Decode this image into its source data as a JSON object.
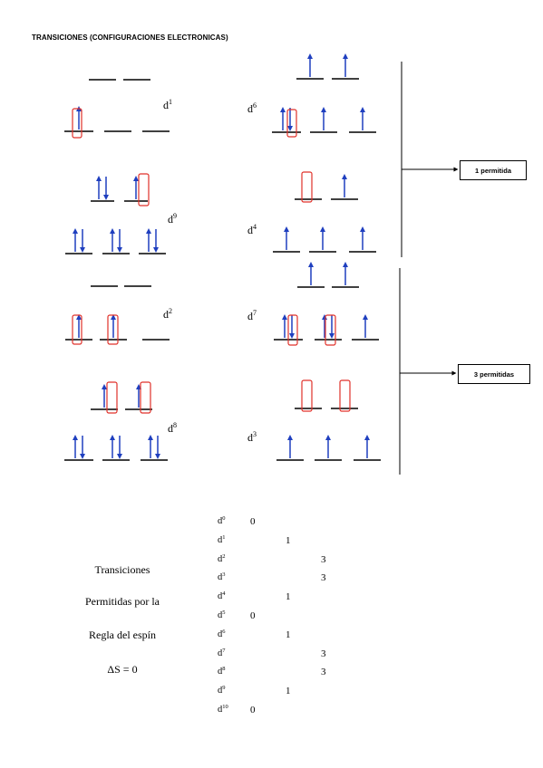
{
  "title": "TRANSICIONES (CONFIGURACIONES ELECTRONICAS)",
  "labels": {
    "d1": {
      "base": "d",
      "sup": "1"
    },
    "d9": {
      "base": "d",
      "sup": "9"
    },
    "d6": {
      "base": "d",
      "sup": "6"
    },
    "d4": {
      "base": "d",
      "sup": "4"
    },
    "d2": {
      "base": "d",
      "sup": "2"
    },
    "d8": {
      "base": "d",
      "sup": "8"
    },
    "d7": {
      "base": "d",
      "sup": "7"
    },
    "d3": {
      "base": "d",
      "sup": "3"
    }
  },
  "boxes": {
    "one": "1 permitida",
    "three": "3 permitidas"
  },
  "rule_text": {
    "line1": "Transiciones",
    "line2": "Permitidas por la",
    "line3": "Regla del espín",
    "line4": "ΔS = 0"
  },
  "table": [
    {
      "base": "d",
      "sup": "0",
      "value": "0"
    },
    {
      "base": "d",
      "sup": "1",
      "value": "1"
    },
    {
      "base": "d",
      "sup": "2",
      "value": "3"
    },
    {
      "base": "d",
      "sup": "3",
      "value": "3"
    },
    {
      "base": "d",
      "sup": "4",
      "value": "1"
    },
    {
      "base": "d",
      "sup": "5",
      "value": "0"
    },
    {
      "base": "d",
      "sup": "6",
      "value": "1"
    },
    {
      "base": "d",
      "sup": "7",
      "value": "3"
    },
    {
      "base": "d",
      "sup": "8",
      "value": "3"
    },
    {
      "base": "d",
      "sup": "9",
      "value": "1"
    },
    {
      "base": "d",
      "sup": "10",
      "value": "0"
    }
  ],
  "colors": {
    "arrow": "#1f3fbf",
    "highlight": "#e0312a",
    "line": "#000000"
  }
}
